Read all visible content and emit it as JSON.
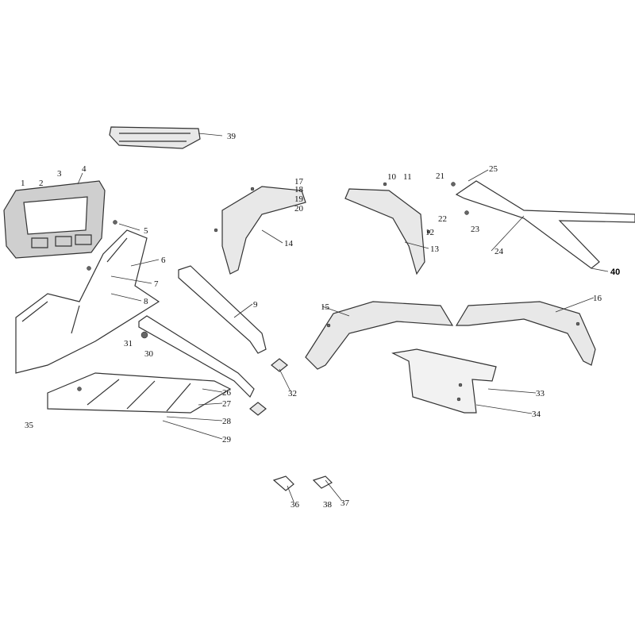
{
  "title": "Body parts exploded view",
  "callouts": [
    "1",
    "2",
    "3",
    "4",
    "5",
    "6",
    "7",
    "8",
    "9",
    "10",
    "11",
    "12",
    "13",
    "14",
    "15",
    "16",
    "17",
    "18",
    "19",
    "20",
    "21",
    "22",
    "23",
    "24",
    "25",
    "26",
    "27",
    "28",
    "29",
    "30",
    "31",
    "32",
    "33",
    "34",
    "35",
    "36",
    "37",
    "38",
    "39",
    "40"
  ]
}
